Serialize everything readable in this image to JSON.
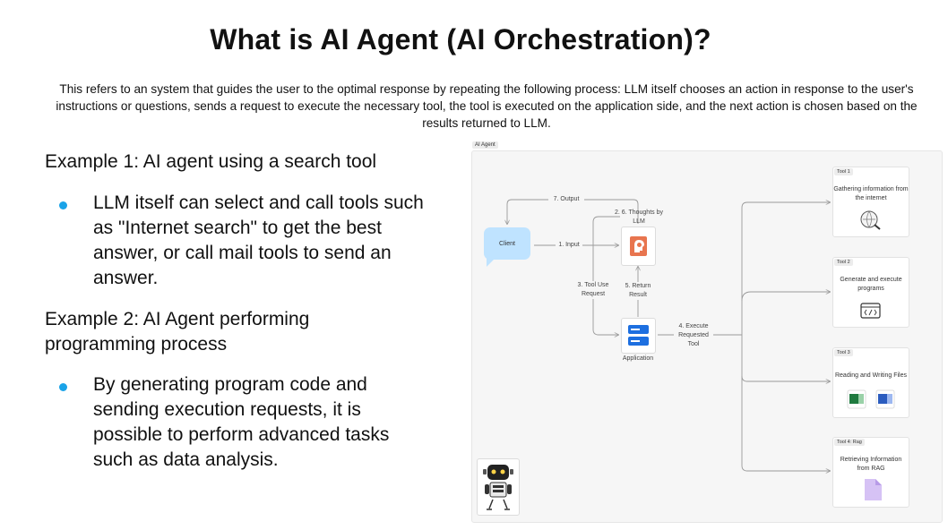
{
  "title": "What is AI Agent (AI Orchestration)?",
  "intro": "This refers to an system that guides the user to the optimal response by repeating the following process: LLM itself chooses an action in response to the user's instructions or questions, sends a request to execute the necessary tool, the tool is executed on the application side, and the next action is chosen based on the results returned to LLM.",
  "examples": [
    {
      "heading": "Example 1: AI agent using a search tool",
      "bullet": "LLM itself can select and call tools such as \"Internet search\"  to get the best answer, or call mail tools to send an answer."
    },
    {
      "heading": "Example 2: AI Agent performing programming process",
      "bullet": "By generating program code and sending execution requests, it is possible to perform advanced tasks such as data analysis."
    }
  ],
  "diagram": {
    "frame_label": "AI Agent",
    "client": "Client",
    "llm_label": "2. 6. Thoughts by LLM",
    "application": "Application",
    "edges": {
      "output": "7. Output",
      "input": "1. Input",
      "tool_use_request": "3. Tool Use Request",
      "return_result": "5. Return Result",
      "execute_tool": "4. Execute Requested Tool"
    },
    "tools": [
      {
        "tag": "Tool 1",
        "text": "Gathering information from the internet",
        "icon": "internet-search-icon"
      },
      {
        "tag": "Tool 2",
        "text": "Generate and execute programs",
        "icon": "code-window-icon"
      },
      {
        "tag": "Tool 3",
        "text": "Reading and Writing Files",
        "icon": "excel-word-icon"
      },
      {
        "tag": "Tool 4: Rag",
        "text": "Retrieving Information from RAG",
        "icon": "document-icon"
      }
    ]
  },
  "colors": {
    "bullet": "#1aa3e8",
    "client_bubble": "#bfe3ff",
    "llm_icon": "#e8754f",
    "application_icon": "#1d6fe0",
    "arrow": "#9a9a9a"
  }
}
